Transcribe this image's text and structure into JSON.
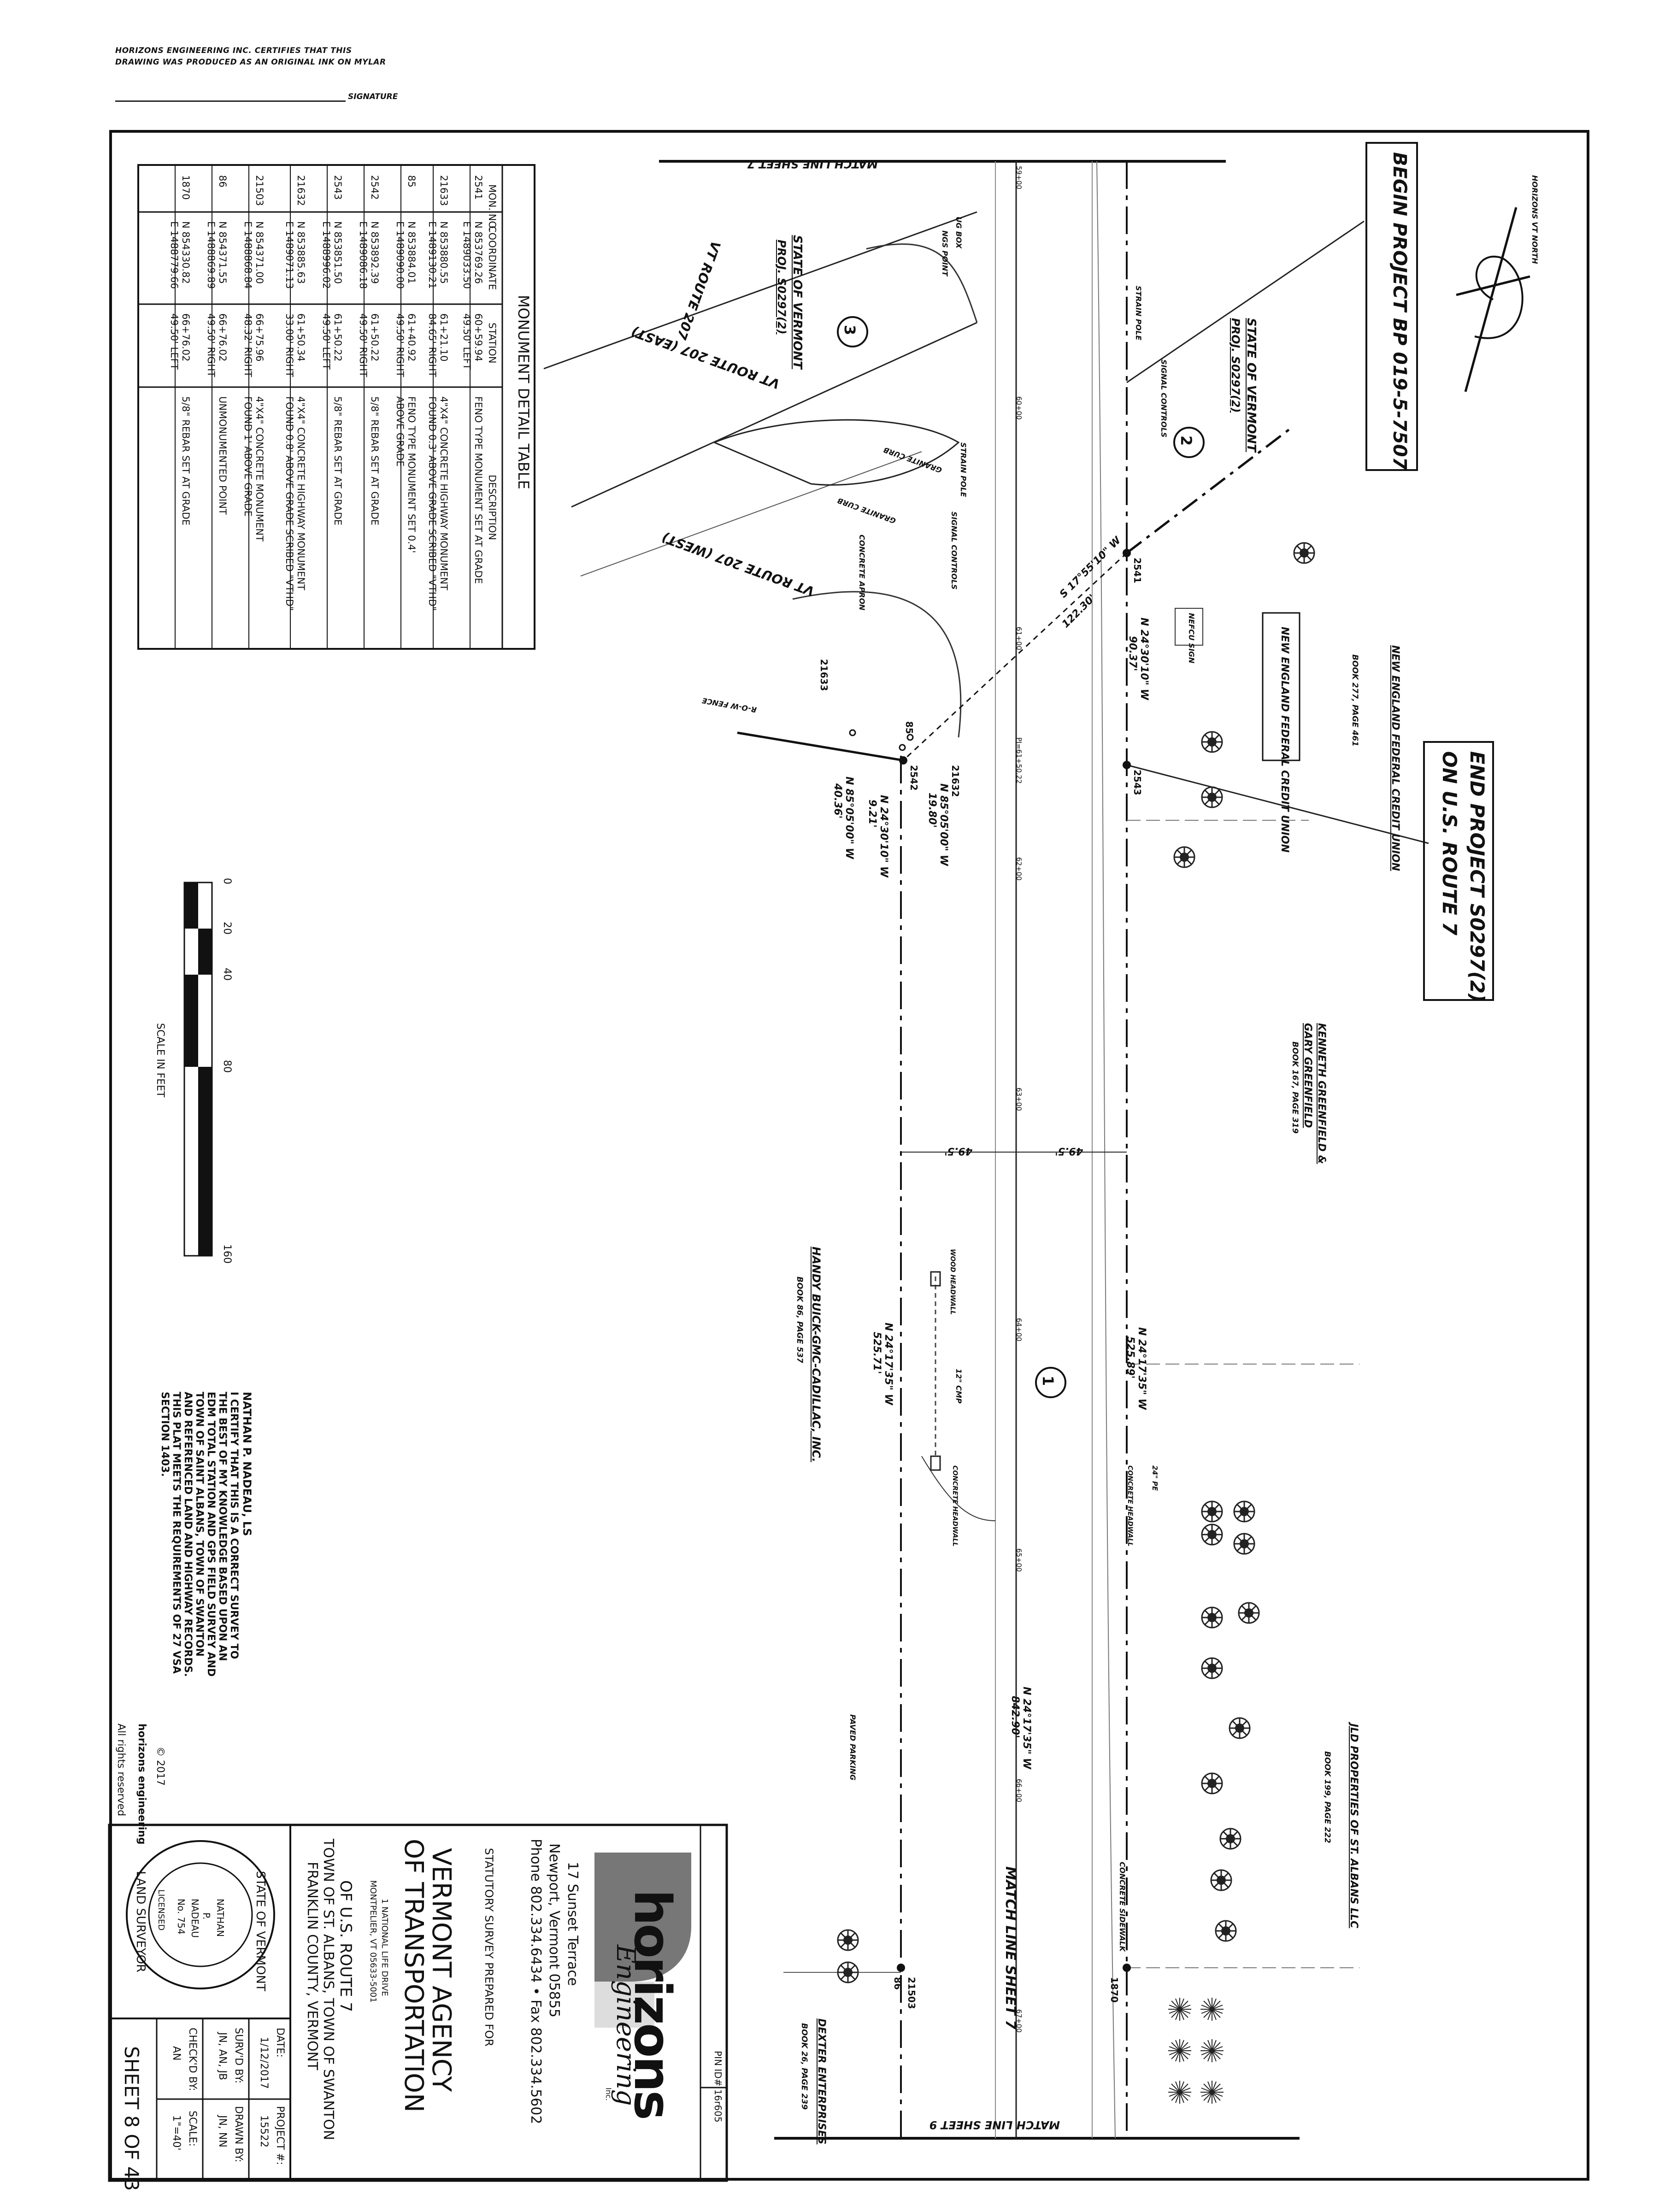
{
  "header": {
    "cert_line1": "HORIZONS ENGINEERING INC. CERTIFIES THAT THIS",
    "cert_line2": "DRAWING WAS PRODUCED AS AN ORIGINAL INK ON MYLAR",
    "signature_label": "SIGNATURE"
  },
  "plan": {
    "match_top": "MATCH LINE SHEET 7",
    "match_bottom": "MATCH LINE SHEET 9",
    "begin_project": "BEGIN PROJECT BP 019-5-7507",
    "end_project_1": "END PROJECT S0297(2)",
    "end_project_2": "ON U.S. ROUTE 7",
    "north": "HORIZONS VT NORTH",
    "state_vt_2": "STATE OF VERMONT",
    "state_vt_2_proj": "PROJ. S0297(2)",
    "state_vt_3": "STATE OF VERMONT",
    "state_vt_3_proj": "PROJ. S0297(2)",
    "circle_1": "1",
    "circle_2": "2",
    "circle_3": "3",
    "route_207": "VT ROUTE 207",
    "route_207_east": "VT ROUTE 207 (EAST)",
    "route_207_west": "VT ROUTE 207 (WEST)",
    "strain_pole": "STRAIN POLE",
    "signal_controls": "SIGNAL CONTROLS",
    "ug_box": "UG BOX",
    "ngs_point": "NGS POINT",
    "granite_curb": "GRANITE CURB",
    "concrete_apron": "CONCRETE APRON",
    "row_fence": "R-O-W FENCE",
    "nefcu_sign": "NEFCU SIGN",
    "nefcu_owner": "NEW ENGLAND FEDERAL CREDIT UNION",
    "nefcu_book": "BOOK 277, PAGE 461",
    "nefcu_box": "NEW ENGLAND FEDERAL CREDIT UNION",
    "greenfield_owner1": "KENNETH GREENFIELD &",
    "greenfield_owner2": "GARY GREENFIELD",
    "greenfield_book": "BOOK 167, PAGE 319",
    "handy_owner": "HANDY BUICK-GMC-CADILLAC, INC.",
    "handy_book": "BOOK 86, PAGE 537",
    "jld_owner": "JLD PROPERTIES OF ST. ALBANS LLC",
    "jld_book": "BOOK 199, PAGE 222",
    "dexter_owner": "DEXTER ENTERPRISES",
    "dexter_book": "BOOK 26, PAGE 239",
    "paved_parking": "PAVED PARKING",
    "concrete_sidewalk": "CONCRETE SIDEWALK",
    "wood_headwall": "WOOD HEADWALL",
    "concrete_headwall": "CONCRETE HEADWALL",
    "concrete_headwall2": "CONCRETE HEADWALL",
    "cmp": "12\" CMP",
    "pole24": "24\" PE",
    "brg_1": "S 17°55'10\" W",
    "brg_1_dist": "122.30'",
    "brg_2": "N 24°30'10\" W",
    "brg_2_dist": "90.37'",
    "brg_3": "N 85°05'00\" W",
    "brg_3_dist": "19.80'",
    "brg_4": "N 24°30'10\" W",
    "brg_4_dist": "9.21'",
    "brg_5": "N 85°05'00\" W",
    "brg_5_dist": "40.36'",
    "brg_6": "N 24°17'35\" W",
    "brg_6_dist": "525.89'",
    "brg_7": "N 24°17'35\" W",
    "brg_7_dist": "525.71'",
    "brg_8": "N 24°17'35\" W",
    "brg_8_dist": "842.90'",
    "offset_1": "49.5'",
    "offset_2": "49.5'",
    "stations": [
      "59+00",
      "60+00",
      "61+00",
      "PI=61+50.22",
      "62+00",
      "63+00",
      "64+00",
      "65+00",
      "66+00",
      "67+00"
    ],
    "monuments": [
      "2541",
      "2543",
      "2542",
      "85",
      "21632",
      "21633",
      "1870",
      "21503",
      "86"
    ]
  },
  "table": {
    "title": "MONUMENT DETAIL TABLE",
    "headers": [
      "MON. NO.",
      "COORDINATE",
      "STATION",
      "DESCRIPTION"
    ],
    "rows": [
      {
        "no": "2541",
        "n": "N 853769.26",
        "e": "E 1489033.50",
        "sta": "60+59.94",
        "off": "49.50' LEFT",
        "d1": "FENO TYPE MONUMENT SET AT GRADE",
        "d2": ""
      },
      {
        "no": "21633",
        "n": "N 853880.55",
        "e": "E 1489130.21",
        "sta": "61+21.10",
        "off": "84.65' RIGHT",
        "d1": "4\"X4\" CONCRETE HIGHWAY MONUMENT",
        "d2": "FOUND 0.3' ABOVE GRADE SCRIBED \"VTHD\""
      },
      {
        "no": "85",
        "n": "N 853884.01",
        "e": "E 1489090.00",
        "sta": "61+40.92",
        "off": "49.50' RIGHT",
        "d1": "FENO TYPE MONUMENT SET 0.4'",
        "d2": "ABOVE GRADE"
      },
      {
        "no": "2542",
        "n": "N 853892.39",
        "e": "E 1489086.18",
        "sta": "61+50.22",
        "off": "49.50' RIGHT",
        "d1": "5/8\" REBAR SET AT GRADE",
        "d2": ""
      },
      {
        "no": "2543",
        "n": "N 853851.50",
        "e": "E 1488996.02",
        "sta": "61+50.22",
        "off": "49.50' LEFT",
        "d1": "5/8\" REBAR SET AT GRADE",
        "d2": ""
      },
      {
        "no": "21632",
        "n": "N 853885.63",
        "e": "E 1489071.13",
        "sta": "61+50.34",
        "off": "33.00' RIGHT",
        "d1": "4\"X4\" CONCRETE HIGHWAY MONUMENT",
        "d2": "FOUND 0.8' ABOVE GRADE SCRIBED \"VTHD\""
      },
      {
        "no": "21503",
        "n": "N 854371.00",
        "e": "E 1488868.84",
        "sta": "66+75.96",
        "off": "48.32' RIGHT",
        "d1": "4\"X4\" CONCRETE MONUMENT",
        "d2": "FOUND 1' ABOVE GRADE"
      },
      {
        "no": "86",
        "n": "N 854371.55",
        "e": "E 1488869.89",
        "sta": "66+76.02",
        "off": "49.50' RIGHT",
        "d1": "UNMONUMENTED POINT",
        "d2": ""
      },
      {
        "no": "1870",
        "n": "N 854330.82",
        "e": "E 1488779.66",
        "sta": "66+76.02",
        "off": "49.50' LEFT",
        "d1": "5/8\" REBAR SET AT GRADE",
        "d2": ""
      }
    ]
  },
  "scale": {
    "ticks": [
      "0",
      "20",
      "40",
      "80",
      "160"
    ],
    "label": "SCALE IN FEET"
  },
  "cert": {
    "name": "NATHAN P. NADEAU, LS",
    "lines": [
      "I CERTIFY THAT THIS IS A CORRECT SURVEY TO",
      "THE BEST OF MY KNOWLEDGE BASED UPON AN",
      "EDM TOTAL STATION AND GPS FIELD SURVEY AND",
      "TOWN OF SAINT ALBANS, TOWN OF SWANTON",
      "AND REFERENCED LAND AND HIGHWAY RECORDS.",
      "THIS PLAT MEETS THE REQUIREMENTS OF 27 VSA",
      "SECTION 1403."
    ]
  },
  "copyright": {
    "year": "© 2017",
    "company": "horizons engineering",
    "rights": "All rights reserved"
  },
  "titleblock": {
    "pin": "PIN ID# 16r605",
    "company": "horizons",
    "company_sub": "Engineering",
    "company_inc": "Inc.",
    "addr1": "17 Sunset Terrace",
    "addr2": "Newport, Vermont 05855",
    "phone": "Phone 802.334.6434 • Fax 802.334.5602",
    "prepared_for": "STATUTORY SURVEY PREPARED FOR",
    "agency1": "VERMONT AGENCY",
    "agency2": "OF TRANSPORTATION",
    "agency_addr1": "1 NATIONAL LIFE DRIVE",
    "agency_addr2": "MONTPELIER, VT 05633-5001",
    "route": "OF U.S. ROUTE 7",
    "town": "TOWN OF ST. ALBANS, TOWN OF SWANTON",
    "county": "FRANKLIN COUNTY, VERMONT",
    "date_label": "DATE:",
    "date": "1/12/2017",
    "project_label": "PROJECT #:",
    "project": "15522",
    "survd_label": "SURV'D BY:",
    "survd": "JN, AN, JB",
    "drawn_label": "DRAWN BY:",
    "drawn": "JN, NN",
    "checkd_label": "CHECK'D BY:",
    "checkd": "AN",
    "scale_label": "SCALE:",
    "scale": "1\"=40'",
    "sheet": "SHEET 8 OF 43"
  },
  "seal": {
    "top": "STATE OF VERMONT",
    "name1": "NATHAN",
    "name2": "P.",
    "name3": "NADEAU",
    "no": "No. 754",
    "licensed": "LICENSED",
    "bottom": "LAND SURVEYOR"
  }
}
